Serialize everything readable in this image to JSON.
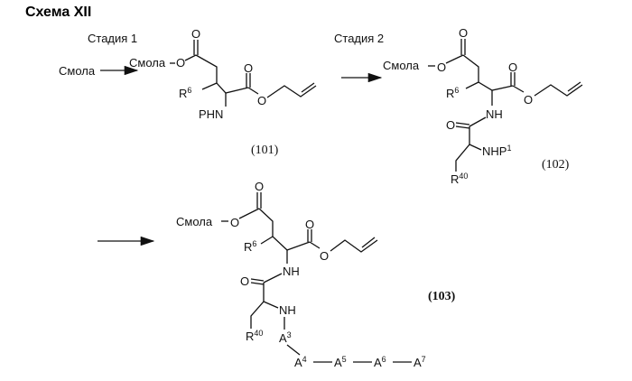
{
  "title": "Схема XII",
  "stage1": "Стадия 1",
  "stage2": "Стадия 2",
  "resin": "Смола",
  "atoms": {
    "O": "O",
    "NH": "NH",
    "PHN": "PHN",
    "NHP": "NHP",
    "R": "R",
    "A": "A"
  },
  "sup": {
    "six": "6",
    "forty": "40",
    "one": "1",
    "three": "3",
    "four": "4",
    "five": "5",
    "seven": "7"
  },
  "compounds": {
    "c101": "(101)",
    "c102": "(102)",
    "c103": "(103)"
  }
}
